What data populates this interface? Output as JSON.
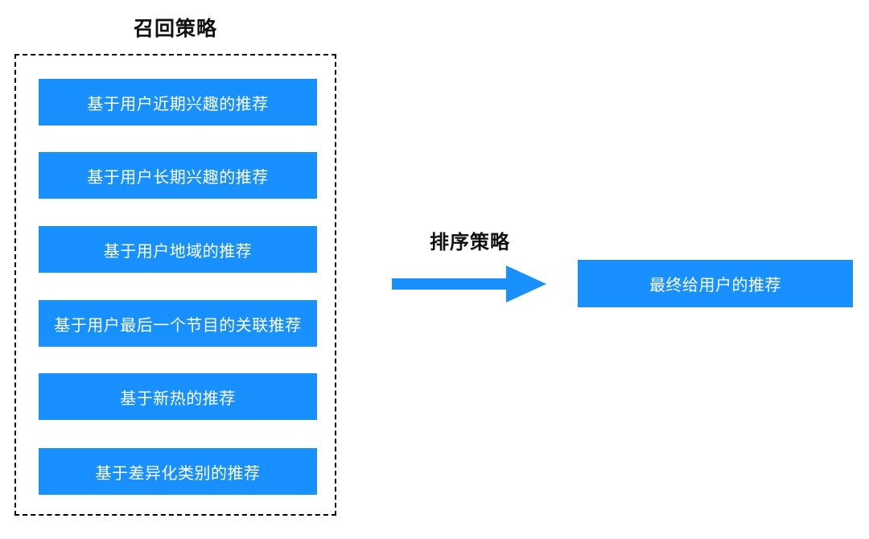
{
  "diagram": {
    "recall": {
      "title": "召回策略",
      "items": [
        "基于用户近期兴趣的推荐",
        "基于用户长期兴趣的推荐",
        "基于用户地域的推荐",
        "基于用户最后一个节目的关联推荐",
        "基于新热的推荐",
        "基于差异化类别的推荐"
      ]
    },
    "ranking": {
      "label": "排序策略"
    },
    "output": {
      "label": "最终给用户的推荐"
    },
    "colors": {
      "accent_blue": "#1890ff",
      "border_black": "#000000",
      "text_white": "#ffffff"
    }
  }
}
